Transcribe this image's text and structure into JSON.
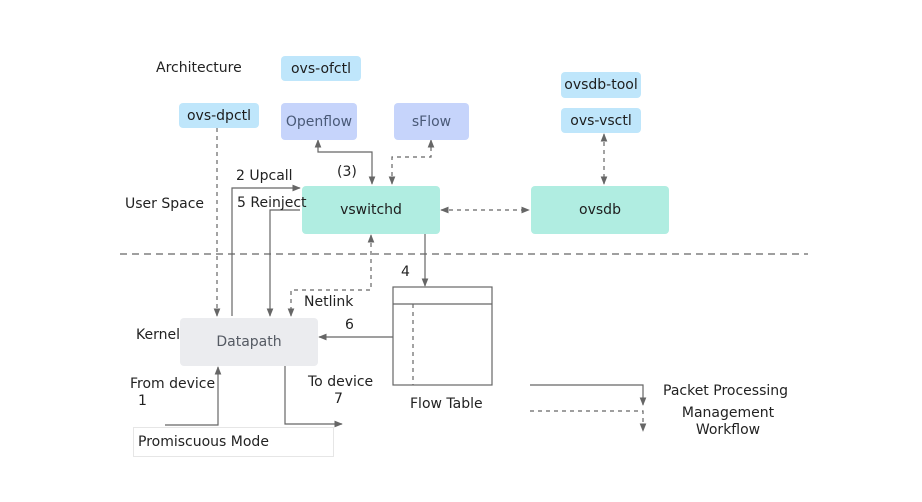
{
  "labels": {
    "architecture": "Architecture",
    "user_space": "User Space",
    "kernel": "Kernel",
    "upcall": "2 Upcall",
    "reinject": "5 Reinject",
    "step3": "(3)",
    "step4": "4",
    "netlink": "Netlink",
    "step6": "6",
    "from_device": "From device",
    "from_device_num": "1",
    "to_device": "To device",
    "to_device_num": "7",
    "flow_table": "Flow Table"
  },
  "nodes": {
    "ovs_ofctl": "ovs-ofctl",
    "ovs_dpctl": "ovs-dpctl",
    "openflow": "Openflow",
    "sflow": "sFlow",
    "ovsdb_tool": "ovsdb-tool",
    "ovs_vsctl": "ovs-vsctl",
    "vswitchd": "vswitchd",
    "ovsdb": "ovsdb",
    "datapath": "Datapath",
    "promiscuous_mode": "Promiscuous Mode"
  },
  "legend": {
    "packet_processing": "Packet Processing",
    "management_line1": "Management",
    "management_line2": "Workflow"
  },
  "colors": {
    "tool_box": "#bfe6fb",
    "component_box": "#c6d4fb",
    "core_box": "#b0ede1",
    "datapath_box": "#ebecef",
    "line": "#666666"
  }
}
